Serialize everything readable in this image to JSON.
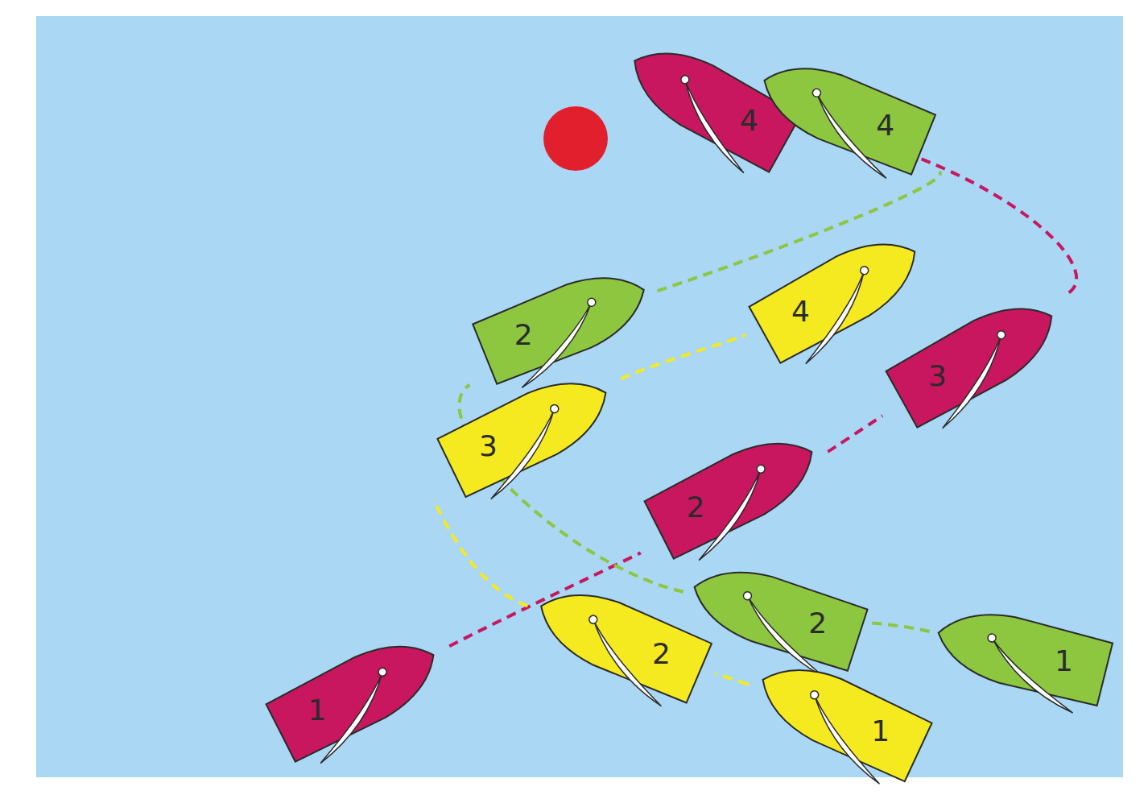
{
  "diagram": {
    "nodes": [
      {
        "text": [
          "4"
        ]
      },
      {
        "text": [
          "4"
        ]
      },
      {
        "text": [
          "2"
        ]
      },
      {
        "text": [
          "4"
        ]
      },
      {
        "text": [
          "3"
        ]
      },
      {
        "text": [
          "3"
        ]
      },
      {
        "text": [
          "2"
        ]
      },
      {
        "text": [
          "2"
        ]
      },
      {
        "text": [
          "2"
        ]
      },
      {
        "text": [
          "1"
        ]
      },
      {
        "text": [
          "1"
        ]
      },
      {
        "text": [
          "1"
        ]
      }
    ],
    "edges": [
      {
        "from": 10,
        "to": 6,
        "arrow": "none"
      },
      {
        "from": 6,
        "to": 4,
        "arrow": "none"
      },
      {
        "from": 4,
        "to": 0,
        "arrow": "none"
      },
      {
        "from": 9,
        "to": 8,
        "arrow": "none"
      },
      {
        "from": 8,
        "to": 2,
        "arrow": "none"
      },
      {
        "from": 2,
        "to": 1,
        "arrow": "none"
      },
      {
        "from": 11,
        "to": 7,
        "arrow": "none"
      },
      {
        "from": 7,
        "to": 5,
        "arrow": "none"
      },
      {
        "from": 5,
        "to": 3,
        "arrow": "none"
      }
    ]
  }
}
